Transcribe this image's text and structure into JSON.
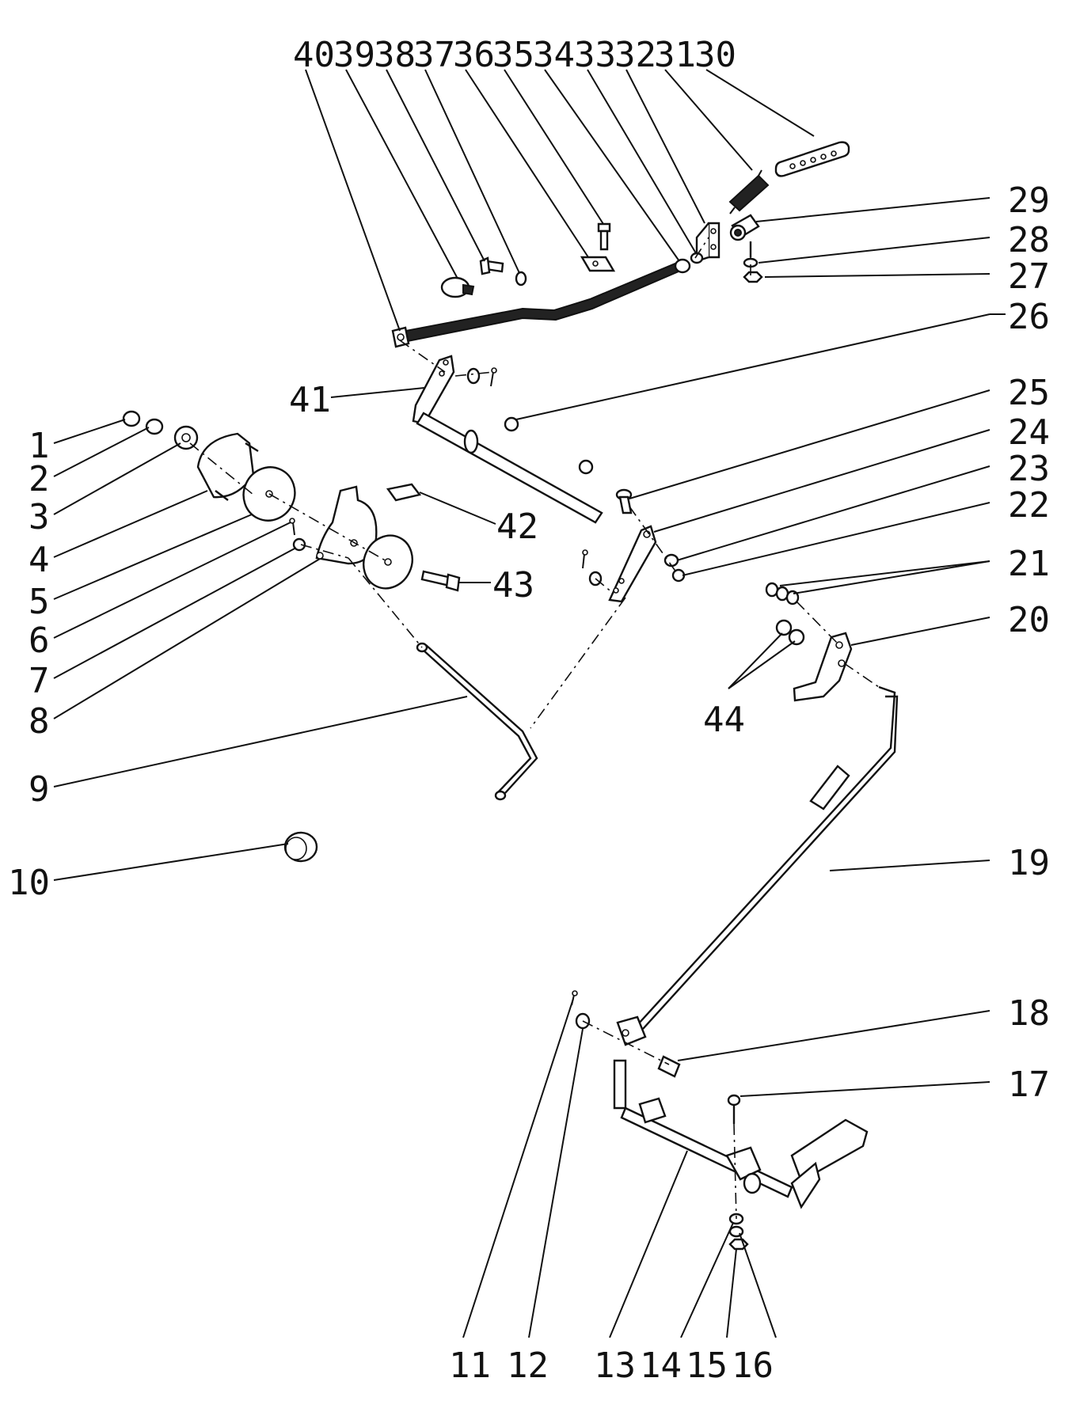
{
  "diagram": {
    "top_callouts": [
      "40",
      "39",
      "38",
      "37",
      "36",
      "35",
      "34",
      "33",
      "32",
      "31",
      "30"
    ],
    "right_callouts": [
      "29",
      "28",
      "27",
      "26",
      "25",
      "24",
      "23",
      "22",
      "21",
      "20",
      "44",
      "19",
      "18",
      "17"
    ],
    "left_callouts": [
      "1",
      "2",
      "3",
      "4",
      "5",
      "6",
      "7",
      "8",
      "9",
      "10"
    ],
    "bottom_callouts": [
      "11",
      "12",
      "13",
      "14",
      "15",
      "16"
    ],
    "inner_callouts": [
      "41",
      "42",
      "43"
    ]
  }
}
